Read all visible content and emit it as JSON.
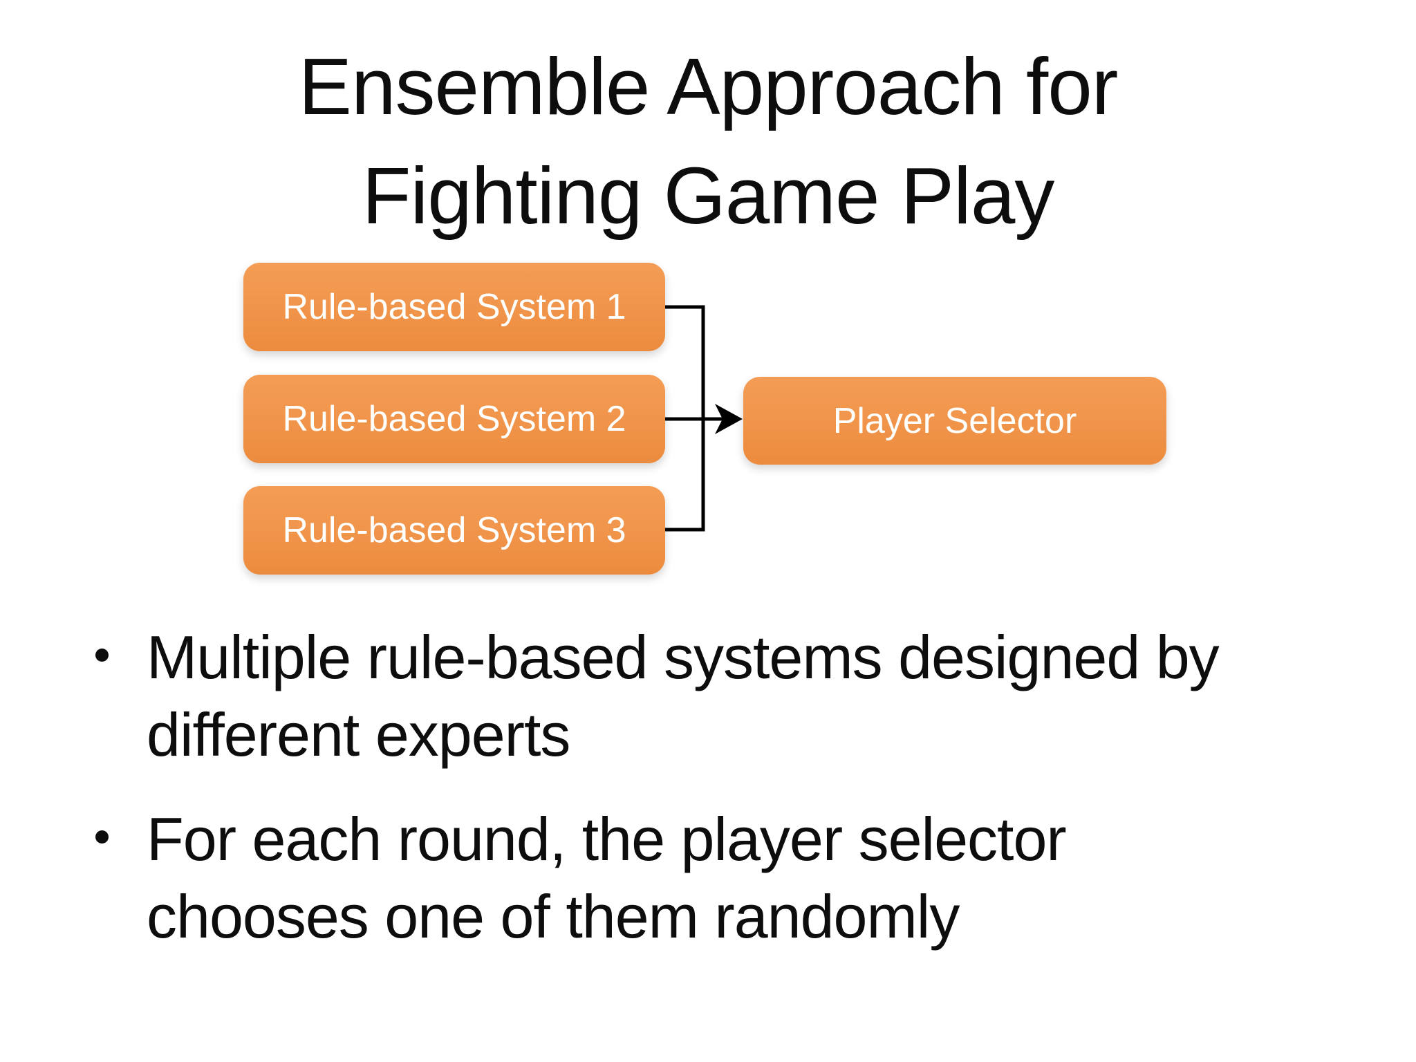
{
  "slide": {
    "title": {
      "line1": "Ensemble Approach for",
      "line2": "Fighting Game Play"
    },
    "diagram": {
      "systems": [
        {
          "label": "Rule-based System 1"
        },
        {
          "label": "Rule-based System 2"
        },
        {
          "label": "Rule-based System 3"
        }
      ],
      "selector_label": "Player Selector",
      "flow": "three rule-based systems merge into one connector that arrows into the player selector"
    },
    "bullets": [
      {
        "lines": [
          "Multiple rule-based systems designed by",
          "different experts"
        ]
      },
      {
        "lines": [
          "For each round, the player selector",
          "chooses one of them randomly"
        ]
      }
    ],
    "colors": {
      "background": "#FFFFFF",
      "box_fill": "#F0944A",
      "box_fill_top": "#F49C55",
      "box_fill_bottom": "#EC8B3D",
      "box_text": "#FFFFFF",
      "body_text": "#0D0D0D",
      "connector": "#000000"
    }
  }
}
